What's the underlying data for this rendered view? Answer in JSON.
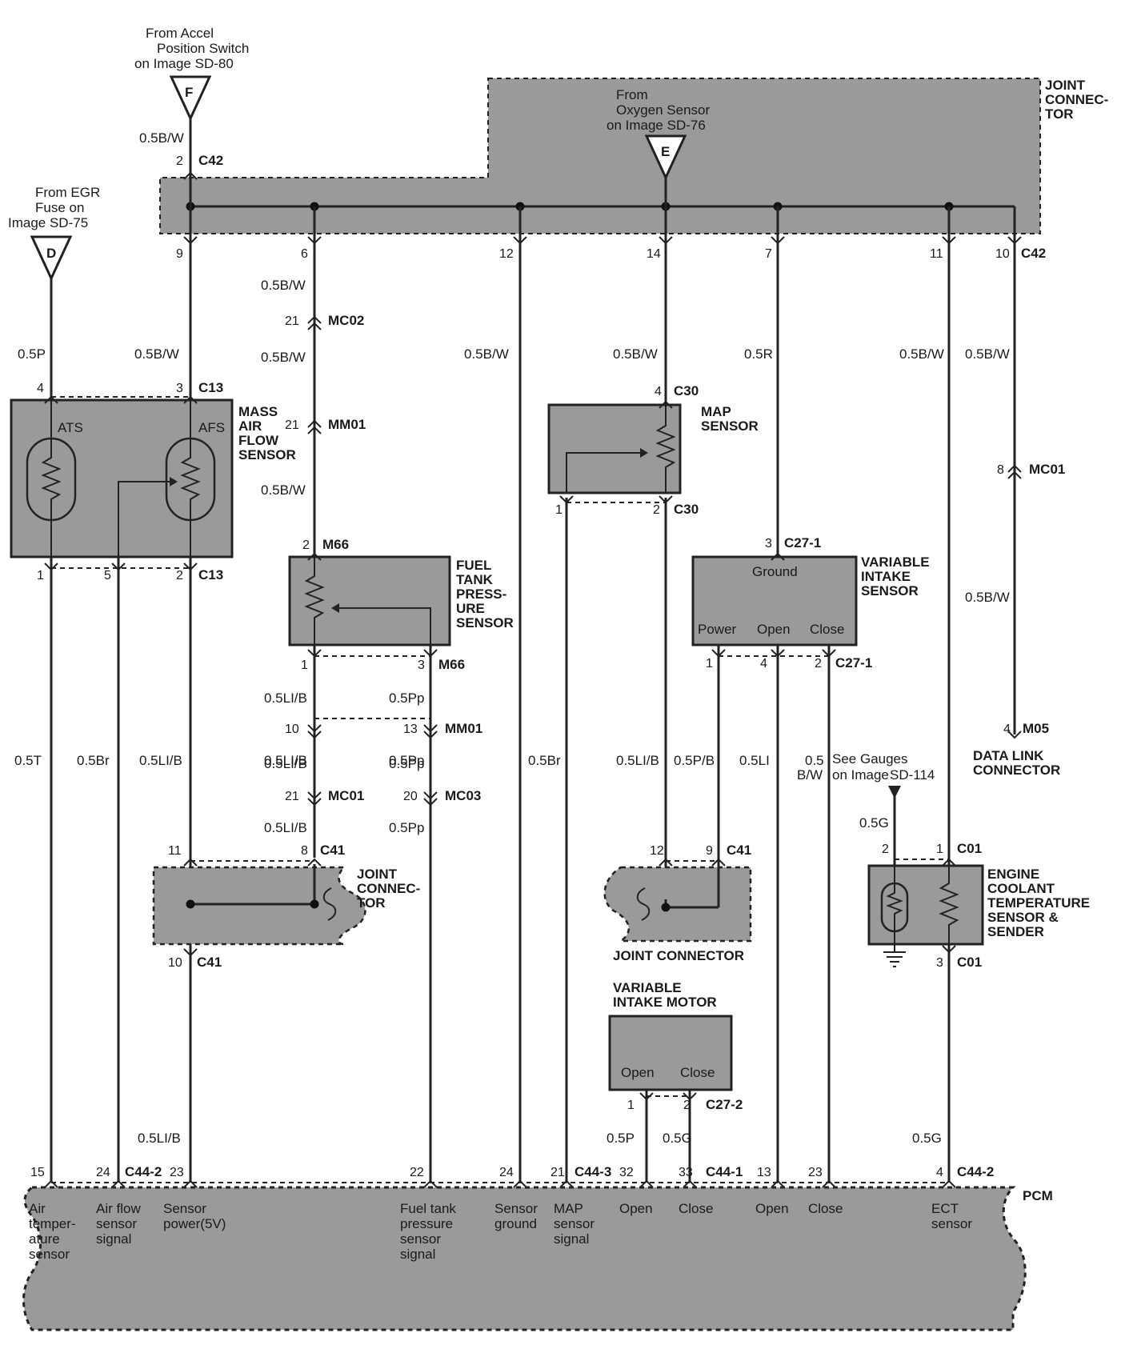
{
  "offpage": {
    "F": {
      "letter": "F",
      "l1": "From Accel",
      "l2": "Position Switch",
      "l3": "on Image SD-80"
    },
    "E": {
      "letter": "E",
      "l1": "From",
      "l2": "Oxygen Sensor",
      "l3": "on Image SD-76"
    },
    "D": {
      "letter": "D",
      "l1": "From EGR",
      "l2": "Fuse on",
      "l3": "Image SD-75"
    }
  },
  "joint_top": {
    "l1": "JOINT",
    "l2": "CONNEC-",
    "l3": "TOR",
    "conn": "C42"
  },
  "top_pins": [
    "9",
    "6",
    "12",
    "14",
    "7",
    "11",
    "10"
  ],
  "wires": {
    "bw": "0.5B/W",
    "p": "0.5P",
    "r": "0.5R",
    "t": "0.5T",
    "br": "0.5Br",
    "lib": "0.5LI/B",
    "li": "0.5LI",
    "pp": "0.5Pp",
    "pb": "0.5P/B",
    "g": "0.5G",
    "bw_split_a": "0.5",
    "bw_split_b": "B/W",
    "lib_lower": "0.5LI/B"
  },
  "maf": {
    "l1": "MASS",
    "l2": "AIR",
    "l3": "FLOW",
    "l4": "SENSOR",
    "ats": "ATS",
    "afs": "AFS",
    "conn": "C13",
    "pin_top_left": "4",
    "pin_top_right": "3",
    "pin_b1": "1",
    "pin_b5": "5",
    "pin_b2": "2"
  },
  "inline": {
    "mc02": "MC02",
    "mm01": "MM01",
    "mc01": "MC01",
    "mc03": "MC03",
    "m05": "M05",
    "c42": "C42",
    "p21": "21",
    "p8": "8",
    "p10": "10",
    "p13": "13",
    "p20": "20",
    "p4": "4",
    "p2": "2"
  },
  "ftps": {
    "l1": "FUEL",
    "l2": "TANK",
    "l3": "PRESS-",
    "l4": "URE",
    "l5": "SENSOR",
    "conn": "M66",
    "pin2": "2",
    "pin1": "1",
    "pin3": "3"
  },
  "map": {
    "l1": "MAP",
    "l2": "SENSOR",
    "conn": "C30",
    "pin4": "4",
    "pin1": "1",
    "pin2": "2"
  },
  "vis": {
    "l1": "VARIABLE",
    "l2": "INTAKE",
    "l3": "SENSOR",
    "conn": "C27-1",
    "ground": "Ground",
    "power": "Power",
    "open": "Open",
    "close": "Close",
    "pin3": "3",
    "pin1": "1",
    "pin4": "4",
    "pin2": "2"
  },
  "dlc": {
    "l1": "DATA LINK",
    "l2": "CONNECTOR"
  },
  "gauges": {
    "l1": "See Gauges",
    "l2": "on Image",
    "l3": "SD-114"
  },
  "jc_left": {
    "l1": "JOINT",
    "l2": "CONNEC-",
    "l3": "TOR",
    "conn": "C41",
    "pin11": "11",
    "pin8": "8",
    "pin10": "10"
  },
  "jc_mid": {
    "label": "JOINT CONNECTOR",
    "conn": "C41",
    "pin12": "12",
    "pin9": "9"
  },
  "ect": {
    "l1": "ENGINE",
    "l2": "COOLANT",
    "l3": "TEMPERATURE",
    "l4": "SENSOR &",
    "l5": "SENDER",
    "conn": "C01",
    "pin2": "2",
    "pin1": "1",
    "pin3": "3"
  },
  "vim": {
    "l1": "VARIABLE",
    "l2": "INTAKE MOTOR",
    "open": "Open",
    "close": "Close",
    "conn": "C27-2",
    "pin1": "1",
    "pin2": "2"
  },
  "pcm": {
    "label": "PCM",
    "c442": "C44-2",
    "c443": "C44-3",
    "c441": "C44-1",
    "pins": [
      "15",
      "24",
      "23",
      "22",
      "24",
      "21",
      "32",
      "33",
      "13",
      "23",
      "4"
    ],
    "func": {
      "ats": [
        "Air",
        "temper-",
        "ature",
        "sensor"
      ],
      "afs": [
        "Air flow",
        "sensor",
        "signal"
      ],
      "sp": [
        "Sensor",
        "power(5V)"
      ],
      "ftp": [
        "Fuel tank",
        "pressure",
        "sensor",
        "signal"
      ],
      "sg": [
        "Sensor",
        "ground"
      ],
      "map": [
        "MAP",
        "sensor",
        "signal"
      ],
      "open1": "Open",
      "close1": "Close",
      "open2": "Open",
      "close2": "Close",
      "ect": [
        "ECT",
        "sensor"
      ]
    }
  }
}
